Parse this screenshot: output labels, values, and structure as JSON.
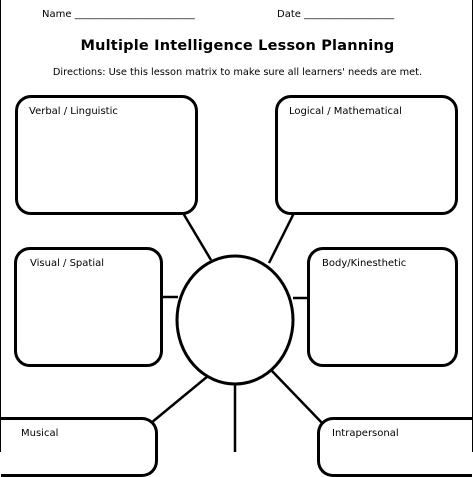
{
  "header": {
    "name_label": "Name",
    "name_blank": "________________________",
    "date_label": "Date",
    "date_blank": "__________________"
  },
  "title": "Multiple Intelligence Lesson Planning",
  "directions": "Directions: Use this lesson matrix to make sure all learners' needs are met.",
  "boxes": {
    "verbal": "Verbal / Linguistic",
    "logical": "Logical / Mathematical",
    "visual": "Visual / Spatial",
    "body": "Body/Kinesthetic",
    "musical": "Musical",
    "intrapersonal": "Intrapersonal"
  }
}
